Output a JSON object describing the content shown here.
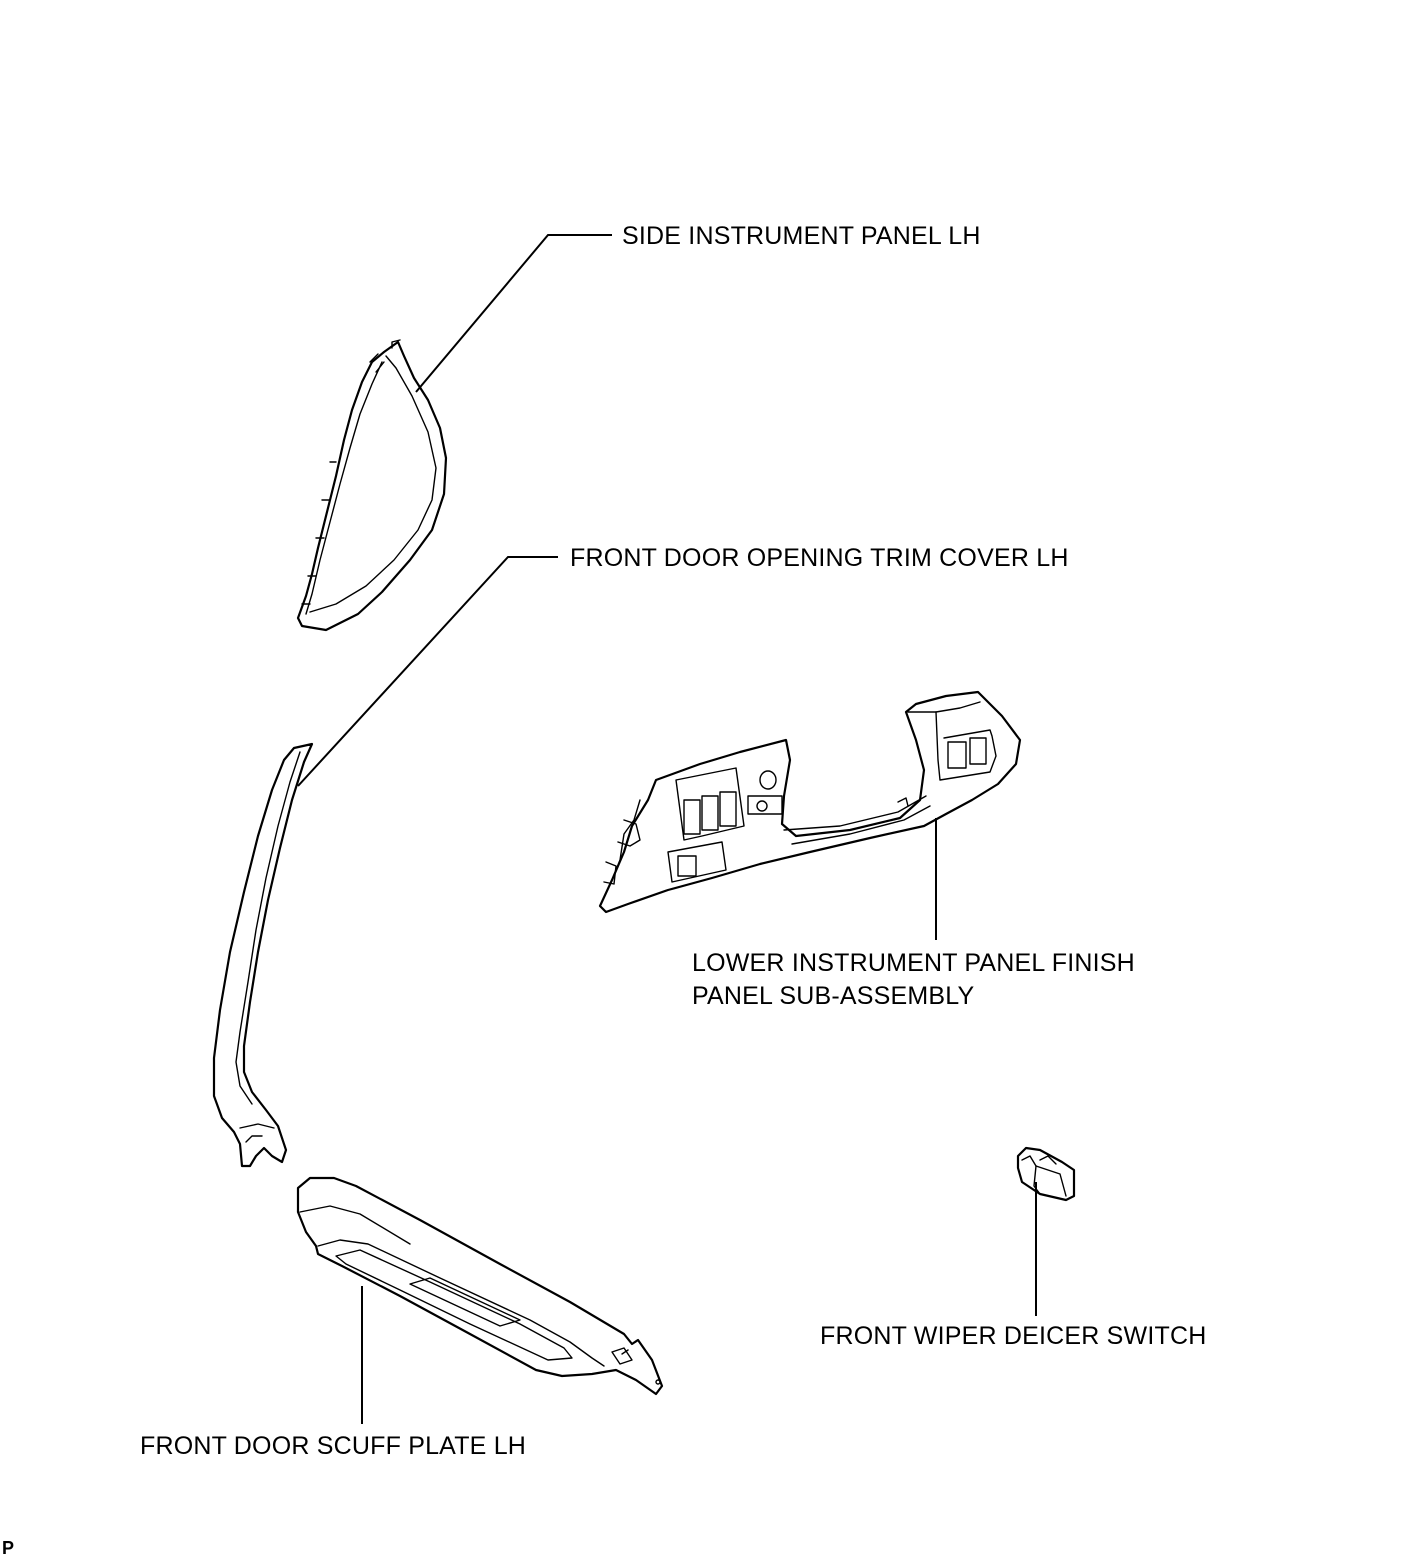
{
  "labels": {
    "side_instrument_panel": "SIDE INSTRUMENT PANEL LH",
    "front_door_opening_trim": "FRONT DOOR OPENING TRIM COVER LH",
    "lower_instrument_panel_line1": "LOWER INSTRUMENT PANEL FINISH",
    "lower_instrument_panel_line2": "PANEL SUB-ASSEMBLY",
    "front_wiper_deicer_switch": "FRONT WIPER DEICER SWITCH",
    "front_door_scuff_plate": "FRONT DOOR SCUFF PLATE LH"
  },
  "footer": {
    "code": "P"
  },
  "colors": {
    "line": "#000000",
    "background": "#ffffff"
  }
}
